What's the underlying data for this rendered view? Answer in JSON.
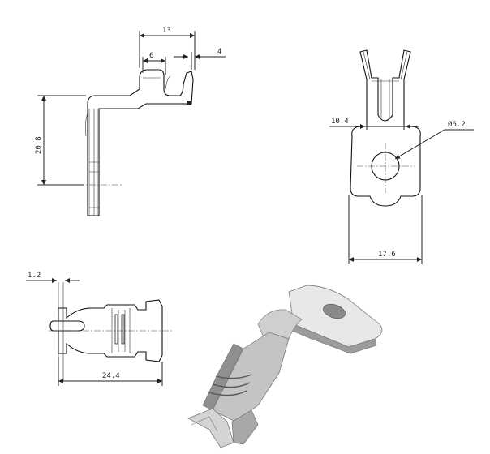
{
  "dimensions": {
    "side_width": "13",
    "side_slot": "6",
    "side_tip": "4",
    "side_height": "20.8",
    "front_inner": "10.4",
    "front_hole": "Ø6.2",
    "front_width": "17.6",
    "top_thickness": "1.2",
    "top_length": "24.4"
  },
  "colors": {
    "line": "#222222",
    "iso_light": "#e4e4e4",
    "iso_mid": "#b9b9b9",
    "iso_dark": "#6f6f6f"
  }
}
